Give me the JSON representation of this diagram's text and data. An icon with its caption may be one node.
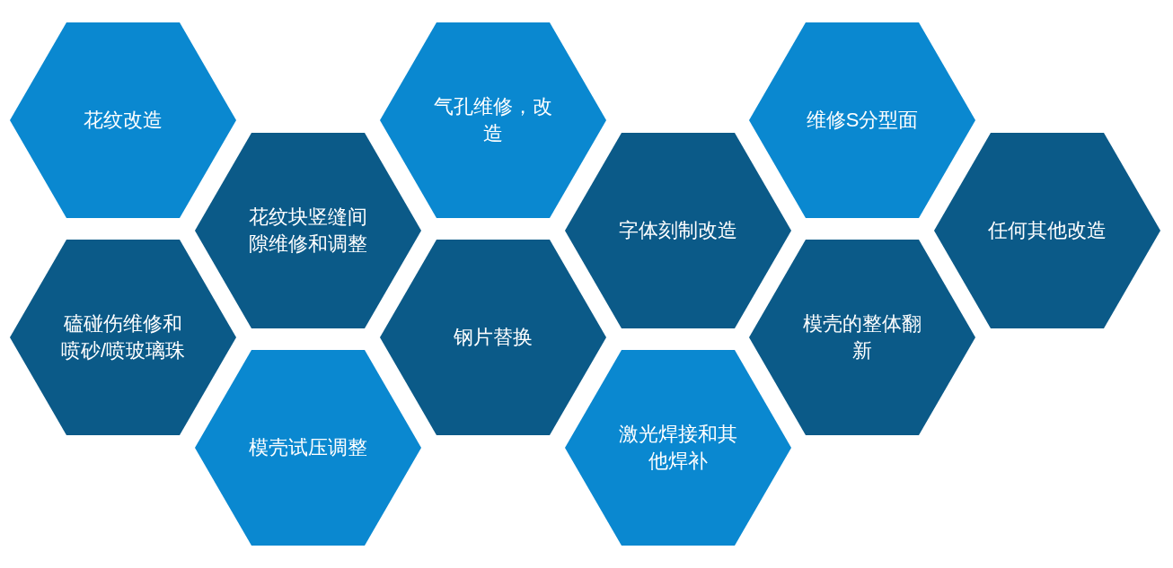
{
  "diagram": {
    "nodes": [
      {
        "text": [
          "花纹改造"
        ]
      },
      {
        "text": [
          "气孔维修，改造"
        ]
      },
      {
        "text": [
          "维修S分型面"
        ]
      },
      {
        "text": [
          "花纹块竖缝间隙维修和调整"
        ]
      },
      {
        "text": [
          "字体刻制改造"
        ]
      },
      {
        "text": [
          "任何其他改造"
        ]
      },
      {
        "text": [
          "磕碰伤维修和喷砂/喷玻璃珠"
        ]
      },
      {
        "text": [
          "钢片替换"
        ]
      },
      {
        "text": [
          "模壳的整体翻新"
        ]
      },
      {
        "text": [
          "模壳试压调整"
        ]
      },
      {
        "text": [
          "激光焊接和其他焊补"
        ]
      }
    ],
    "edges": []
  }
}
